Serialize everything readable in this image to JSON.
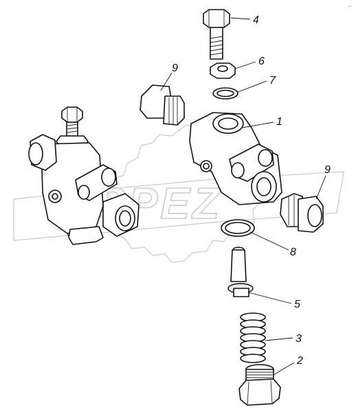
{
  "figure": {
    "corner_mark": "~",
    "watermark_text": "SPEZ",
    "callouts": [
      {
        "id": "c1",
        "label": "1",
        "part": "valve-body"
      },
      {
        "id": "c2",
        "label": "2",
        "part": "plug-nut"
      },
      {
        "id": "c3",
        "label": "3",
        "part": "spring"
      },
      {
        "id": "c4",
        "label": "4",
        "part": "bolt"
      },
      {
        "id": "c5",
        "label": "5",
        "part": "valve-stem"
      },
      {
        "id": "c6",
        "label": "6",
        "part": "lock-nut"
      },
      {
        "id": "c7",
        "label": "7",
        "part": "washer"
      },
      {
        "id": "c8",
        "label": "8",
        "part": "sealing-ring"
      },
      {
        "id": "c9a",
        "label": "9",
        "part": "fitting-upper"
      },
      {
        "id": "c9b",
        "label": "9",
        "part": "fitting-right"
      }
    ]
  }
}
